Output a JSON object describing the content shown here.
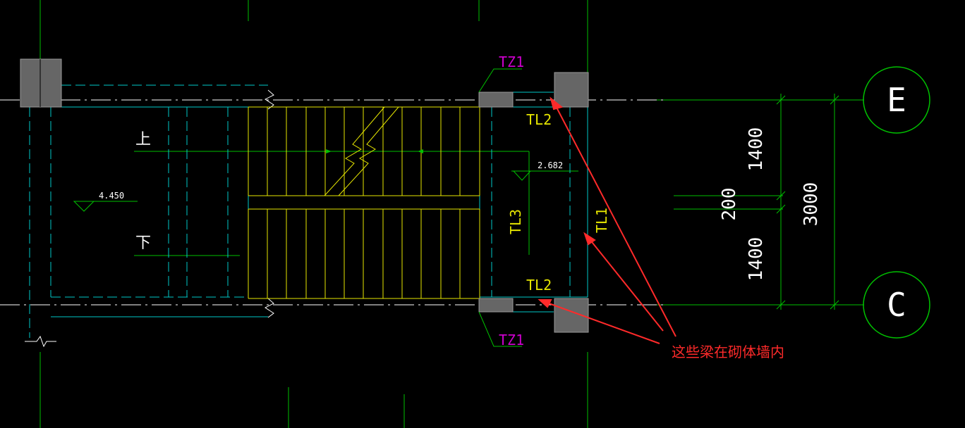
{
  "drawing": {
    "grid_axes": [
      {
        "id": "E",
        "label": "E"
      },
      {
        "id": "C",
        "label": "C"
      }
    ],
    "columns": [
      {
        "id": "tz1-top",
        "label": "TZ1"
      },
      {
        "id": "tz1-bottom",
        "label": "TZ1"
      }
    ],
    "beams": [
      {
        "id": "tl2-top",
        "label": "TL2"
      },
      {
        "id": "tl2-bottom",
        "label": "TL2"
      },
      {
        "id": "tl3",
        "label": "TL3"
      },
      {
        "id": "tl1",
        "label": "TL1"
      }
    ],
    "stair_labels": {
      "up": "上",
      "down": "下"
    },
    "elevations": [
      {
        "id": "landing-left",
        "value": "4.450"
      },
      {
        "id": "landing-right",
        "value": "2.682"
      }
    ],
    "dimensions": {
      "upper": "1400",
      "middle": "200",
      "lower": "1400",
      "total": "3000"
    },
    "annotation": {
      "text": "这些梁在砌体墙内",
      "color": "#ff2a2a"
    },
    "colors": {
      "background": "#000000",
      "grid": "#00cc00",
      "wall": "#00cccc",
      "stair": "#e6e600",
      "column_fill": "#666666",
      "label_magenta": "#cc00cc",
      "label_yellow": "#e6e600",
      "white": "#ffffff"
    }
  }
}
